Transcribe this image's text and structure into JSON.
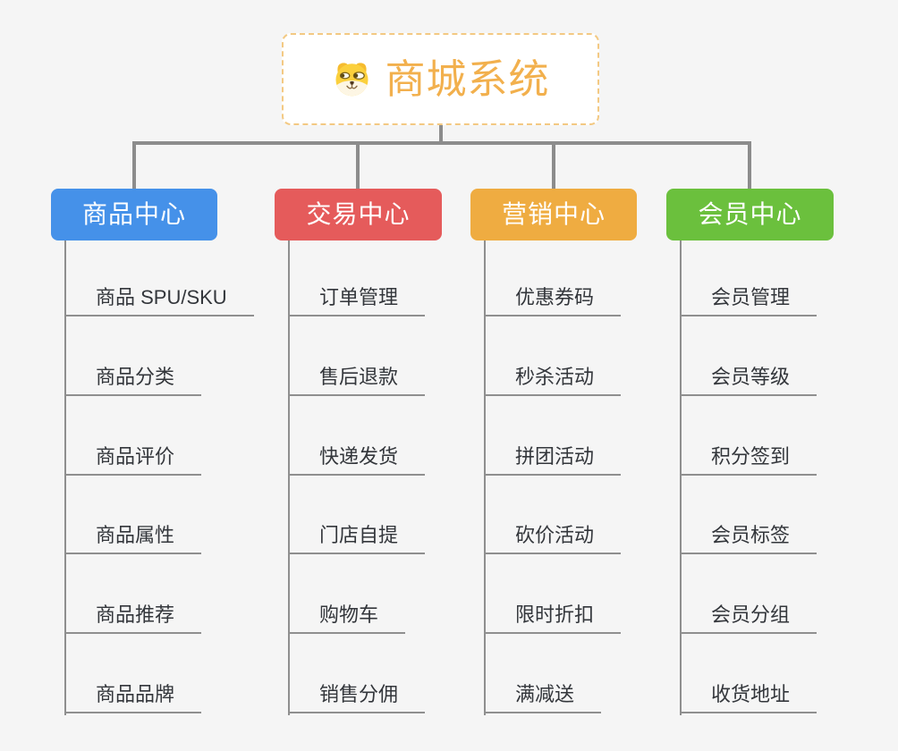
{
  "root": {
    "title": "商城系统",
    "icon": "dog-icon"
  },
  "branches": [
    {
      "label": "商品中心",
      "color": "#4591E9",
      "items": [
        "商品 SPU/SKU",
        "商品分类",
        "商品评价",
        "商品属性",
        "商品推荐",
        "商品品牌"
      ]
    },
    {
      "label": "交易中心",
      "color": "#E55B5B",
      "items": [
        "订单管理",
        "售后退款",
        "快递发货",
        "门店自提",
        "购物车",
        "销售分佣"
      ]
    },
    {
      "label": "营销中心",
      "color": "#EFAC41",
      "items": [
        "优惠券码",
        "秒杀活动",
        "拼团活动",
        "砍价活动",
        "限时折扣",
        "满减送"
      ]
    },
    {
      "label": "会员中心",
      "color": "#6BC03D",
      "items": [
        "会员管理",
        "会员等级",
        "积分签到",
        "会员标签",
        "会员分组",
        "收货地址"
      ]
    }
  ],
  "colors": {
    "background": "#F5F5F5",
    "connector_dark": "#8C8C8C",
    "connector_light": "#8F8F8F",
    "root_title": "#F2B04D",
    "root_border": "#F3C983",
    "leaf_text": "#33363B"
  }
}
